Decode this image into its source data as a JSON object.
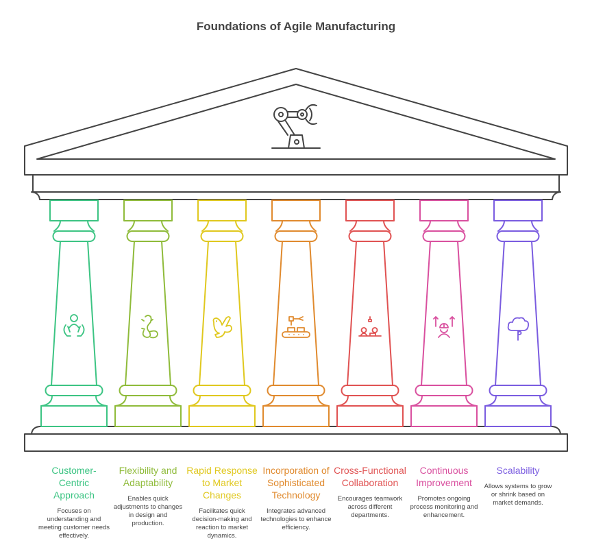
{
  "title": "Foundations of Agile Manufacturing",
  "roof_icon": "robotic-arm-icon",
  "pillars": [
    {
      "title": "Customer-Centric Approach",
      "description": "Focuses on understanding and meeting customer needs effectively.",
      "color": "#3cc483",
      "icon": "person-in-hands-icon"
    },
    {
      "title": "Flexibility and Adaptability",
      "description": "Enables quick adjustments to changes in design and production.",
      "color": "#8fbb3a",
      "icon": "lizard-icon"
    },
    {
      "title": "Rapid Response to Market Changes",
      "description": "Facilitates quick decision-making and reaction to market dynamics.",
      "color": "#e0c81e",
      "icon": "rabbit-icon"
    },
    {
      "title": "Incorporation of Sophisticated Technology",
      "description": "Integrates advanced technologies to enhance efficiency.",
      "color": "#e08a2e",
      "icon": "conveyor-robot-icon"
    },
    {
      "title": "Cross-Functional Collaboration",
      "description": "Encourages teamwork across different departments.",
      "color": "#e05252",
      "icon": "team-collaboration-icon"
    },
    {
      "title": "Continuous Improvement",
      "description": "Promotes ongoing process monitoring and enhancement.",
      "color": "#d9509f",
      "icon": "worker-arrows-up-icon"
    },
    {
      "title": "Scalability",
      "description": "Allows systems to grow or shrink based on market demands.",
      "color": "#7a5ce0",
      "icon": "growing-tree-icon"
    }
  ]
}
